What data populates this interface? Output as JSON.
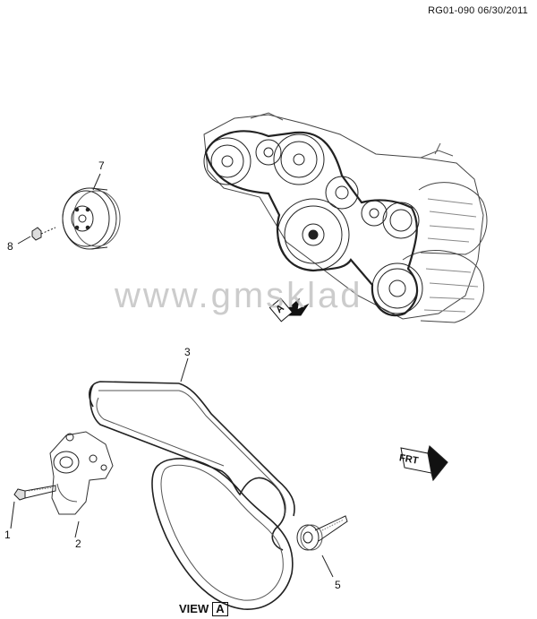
{
  "header": {
    "reference_code": "RG01-090 06/30/2011"
  },
  "watermark": {
    "text": "www.gmsklad"
  },
  "callouts": [
    {
      "id": "1",
      "label": "1"
    },
    {
      "id": "2",
      "label": "2"
    },
    {
      "id": "3",
      "label": "3"
    },
    {
      "id": "5",
      "label": "5"
    },
    {
      "id": "7",
      "label": "7"
    },
    {
      "id": "8",
      "label": "8"
    }
  ],
  "view_indicator": {
    "prefix": "VIEW",
    "letter": "A"
  },
  "direction_arrow": {
    "letter": "A"
  },
  "front_indicator": {
    "label": "FRT"
  }
}
